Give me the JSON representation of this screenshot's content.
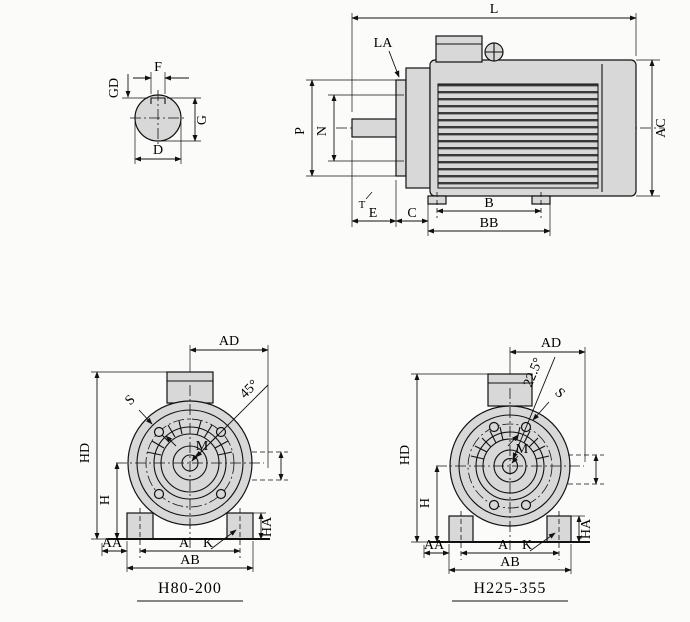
{
  "shaft_section": {
    "f": "F",
    "gd": "GD",
    "g": "G",
    "d": "D"
  },
  "side_view": {
    "l": "L",
    "la": "LA",
    "p": "P",
    "n": "N",
    "ac": "AC",
    "t": "T",
    "e": "E",
    "c": "C",
    "b": "B",
    "bb": "BB"
  },
  "front_view_small": {
    "ad": "AD",
    "angle": "45°",
    "s": "S",
    "hd": "HD",
    "h": "H",
    "m": "M",
    "aa": "AA",
    "a": "A",
    "k": "K",
    "ab": "AB",
    "ha": "HA",
    "caption": "H80-200"
  },
  "front_view_large": {
    "ad": "AD",
    "angle": "22.5°",
    "s": "S",
    "hd": "HD",
    "h": "H",
    "m": "M",
    "aa": "AA",
    "a": "A",
    "k": "K",
    "ab": "AB",
    "ha": "HA",
    "caption": "H225-355"
  }
}
